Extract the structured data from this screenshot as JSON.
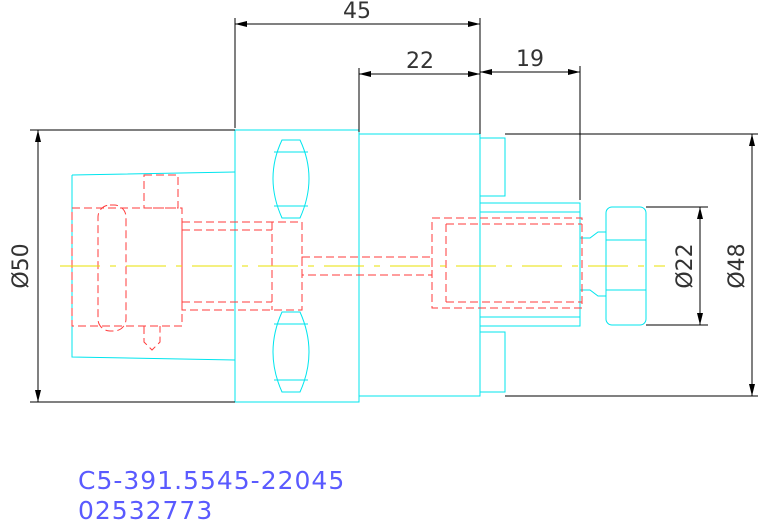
{
  "dimensions": {
    "overall_length": "45",
    "body_length": "22",
    "shank_length": "19",
    "outer_diameter": "Ø50",
    "body_diameter": "Ø48",
    "shank_diameter": "Ø22"
  },
  "part_info": {
    "part_number": "C5-391.5545-22045",
    "code": "02532773"
  },
  "colors": {
    "outline": "#00e5ee",
    "hidden_lines": "#ff3b3b",
    "centerline": "#e8e000",
    "dimensions": "#000000",
    "label_text": "#5a5aff"
  }
}
